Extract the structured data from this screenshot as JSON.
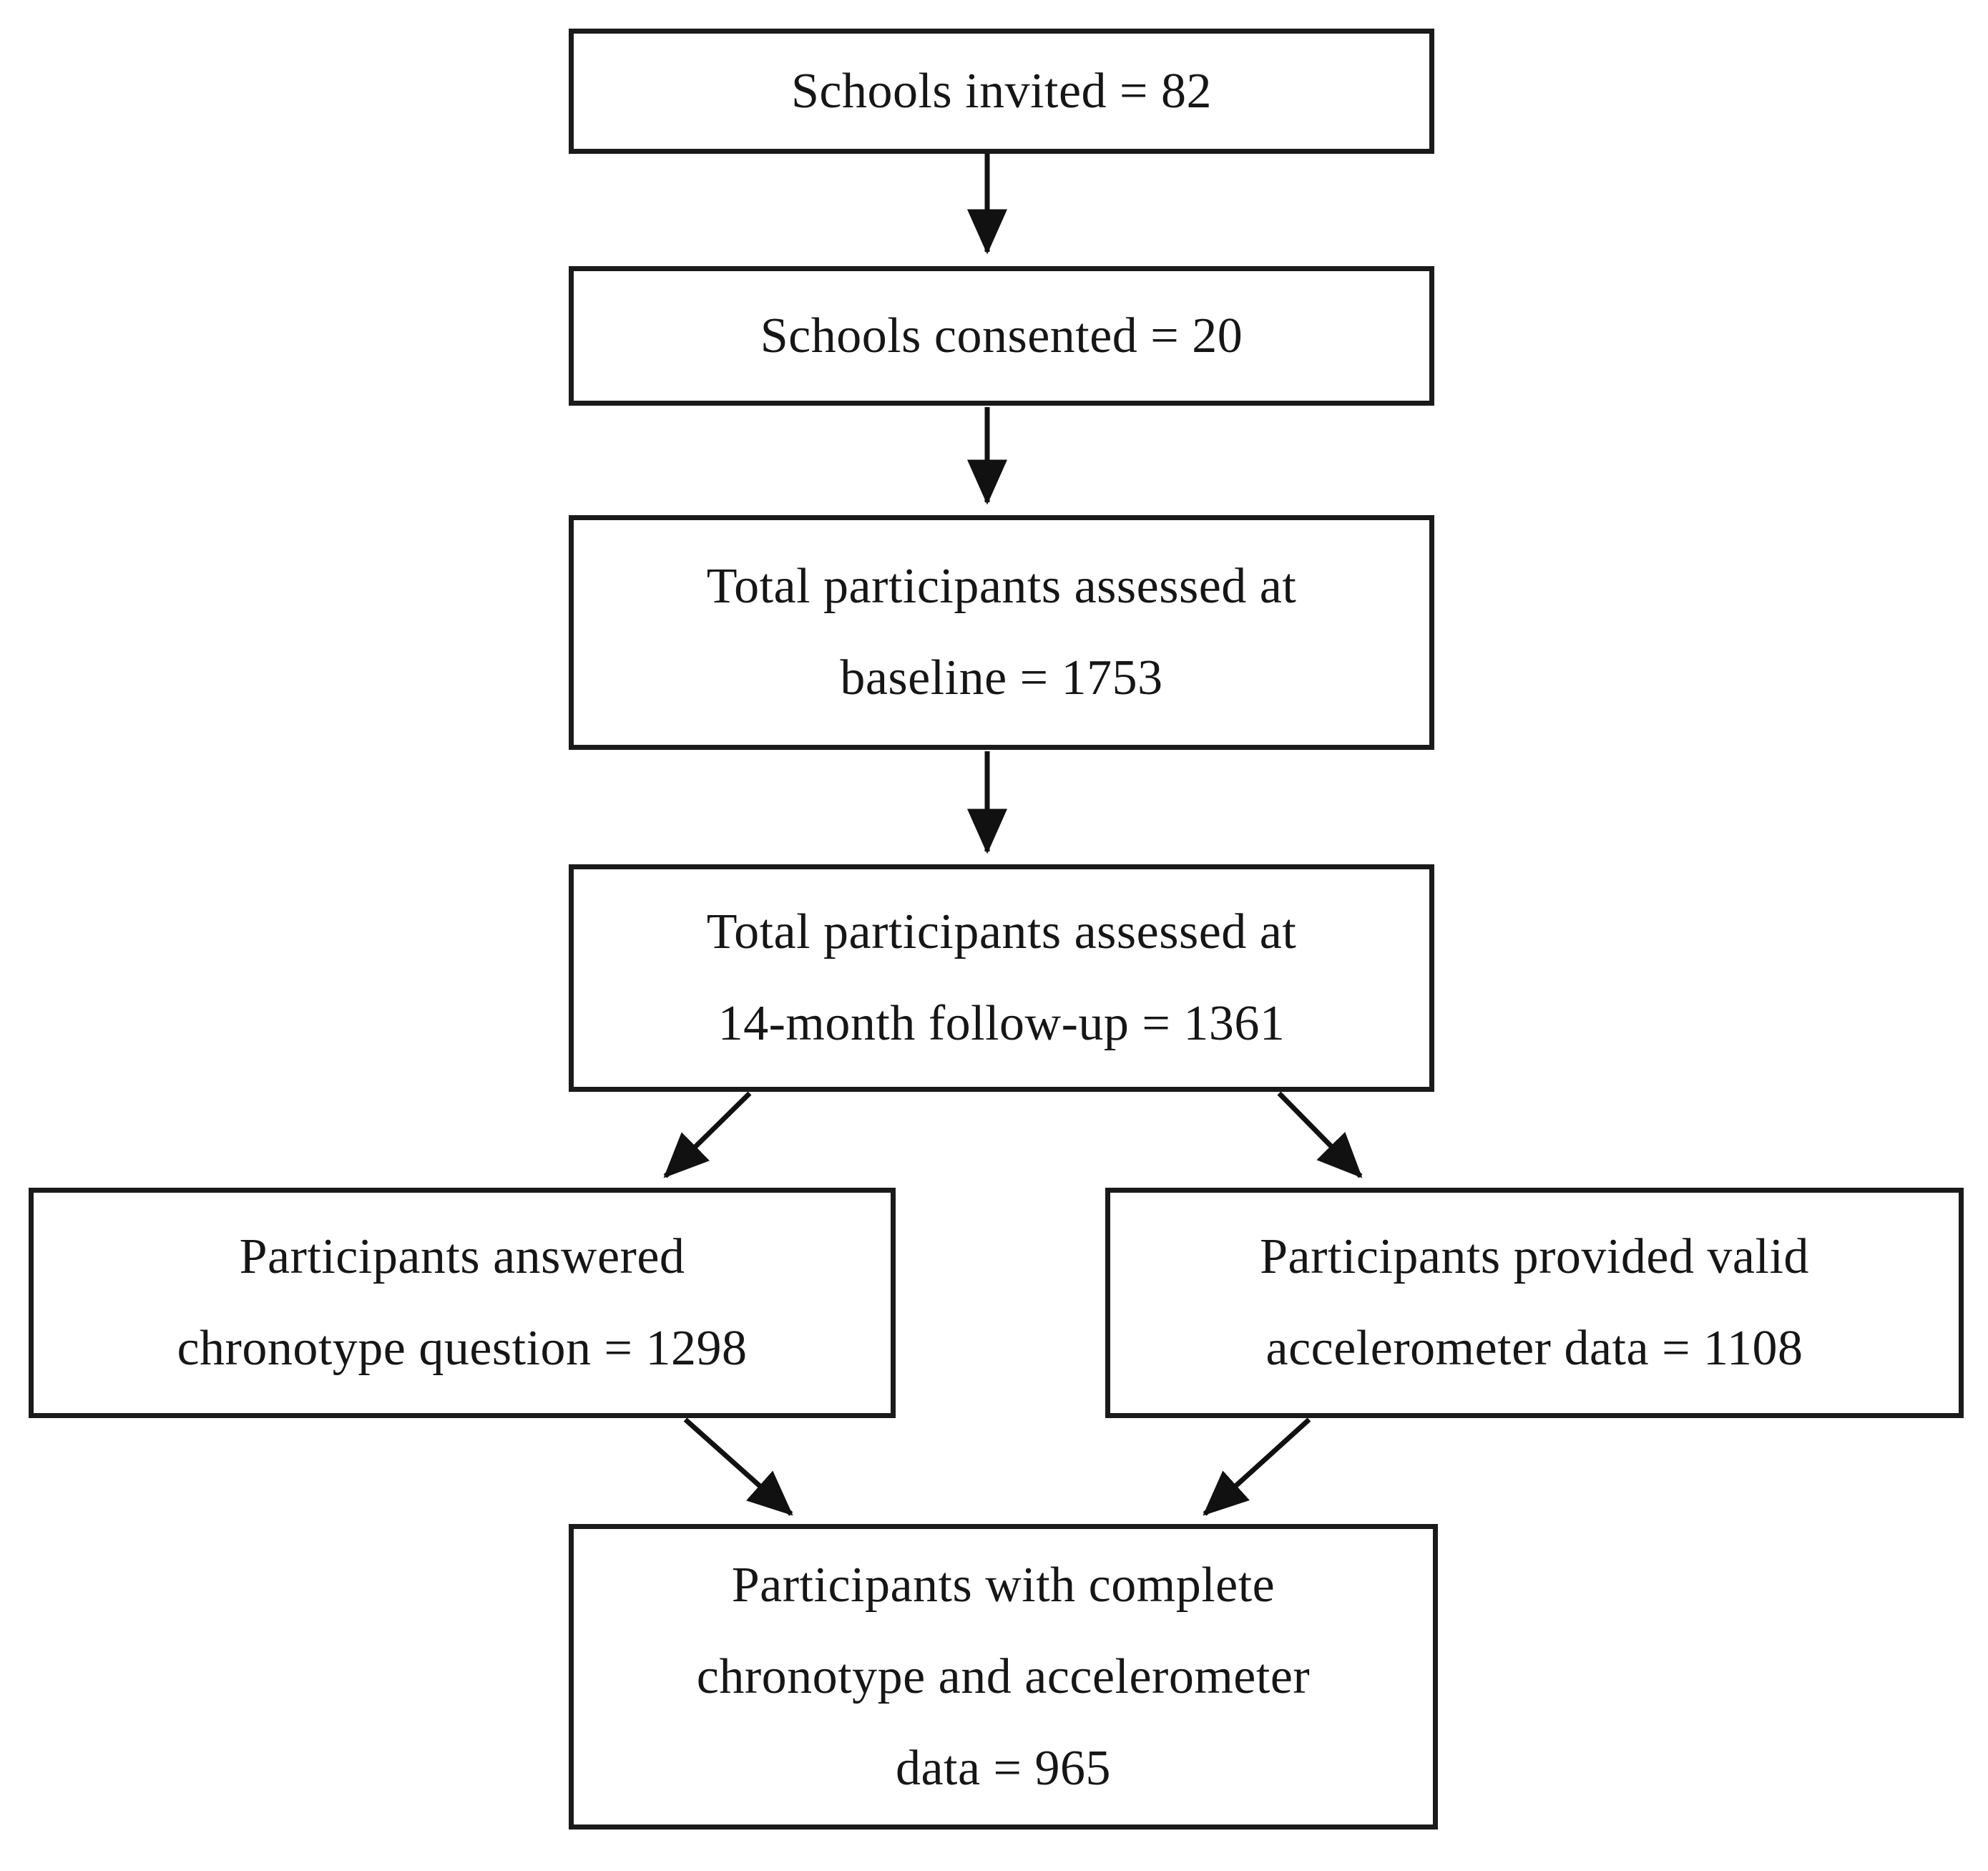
{
  "diagram": {
    "type": "flowchart",
    "background_color": "#ffffff",
    "box_border_color": "#1a1a1a",
    "text_color": "#161616",
    "arrow_color": "#111111",
    "nodes": [
      {
        "id": "schools-invited",
        "label": "Schools invited = 82",
        "value": 82,
        "lines": [
          "Schools invited = 82"
        ]
      },
      {
        "id": "schools-consented",
        "label": "Schools consented = 20",
        "value": 20,
        "lines": [
          "Schools consented = 20"
        ]
      },
      {
        "id": "assessed-baseline",
        "label": "Total participants assessed at baseline = 1753",
        "value": 1753,
        "lines": [
          "Total participants assessed at",
          "baseline = 1753"
        ]
      },
      {
        "id": "assessed-followup",
        "label": "Total participants assessed at 14-month follow-up = 1361",
        "value": 1361,
        "lines": [
          "Total participants assessed at",
          "14-month follow-up = 1361"
        ]
      },
      {
        "id": "answered-chronotype",
        "label": "Participants answered chronotype question = 1298",
        "value": 1298,
        "lines": [
          "Participants answered",
          "chronotype question = 1298"
        ]
      },
      {
        "id": "valid-accelerometer",
        "label": "Participants provided valid accelerometer data = 1108",
        "value": 1108,
        "lines": [
          "Participants provided valid",
          "accelerometer data = 1108"
        ]
      },
      {
        "id": "complete-data",
        "label": "Participants with complete chronotype and accelerometer data = 965",
        "value": 965,
        "lines": [
          "Participants with complete",
          "chronotype and accelerometer",
          "data = 965"
        ]
      }
    ],
    "edges": [
      {
        "from": "schools-invited",
        "to": "schools-consented"
      },
      {
        "from": "schools-consented",
        "to": "assessed-baseline"
      },
      {
        "from": "assessed-baseline",
        "to": "assessed-followup"
      },
      {
        "from": "assessed-followup",
        "to": "answered-chronotype"
      },
      {
        "from": "assessed-followup",
        "to": "valid-accelerometer"
      },
      {
        "from": "answered-chronotype",
        "to": "complete-data"
      },
      {
        "from": "valid-accelerometer",
        "to": "complete-data"
      }
    ]
  }
}
